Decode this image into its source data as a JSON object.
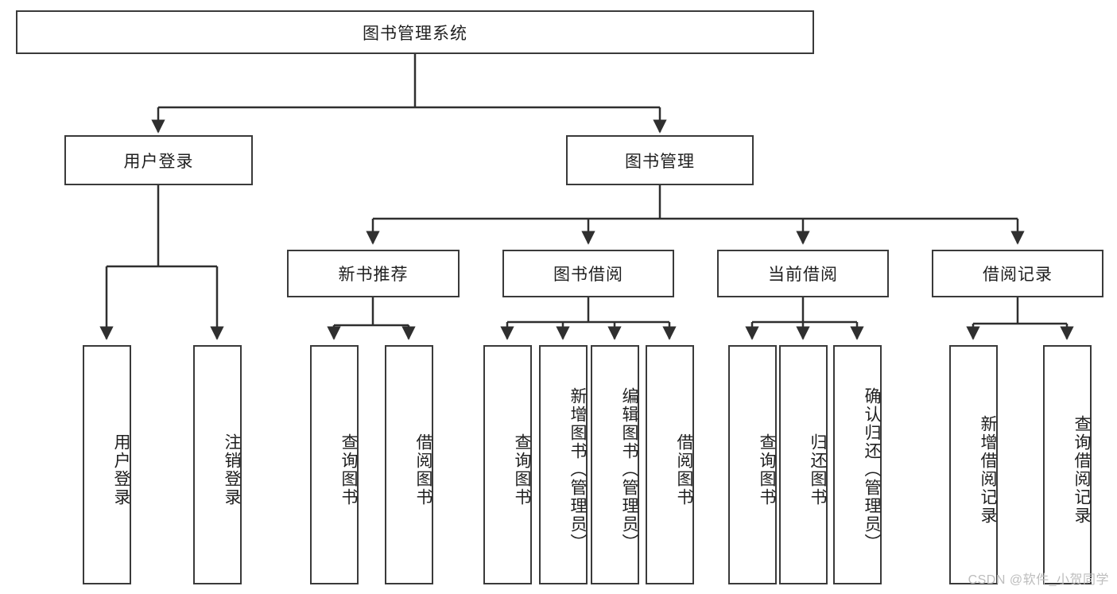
{
  "diagram": {
    "title": "图书管理系统",
    "watermark": "CSDN @软件_小贺同学",
    "colors": {
      "box_border": "#3a3a3a",
      "box_fill": "#ffffff",
      "connector": "#2f2f2f",
      "text": "#1f1f1f",
      "watermark": "#bdbdbd"
    },
    "root": {
      "label": "图书管理系统"
    },
    "level2": [
      {
        "label": "用户登录"
      },
      {
        "label": "图书管理"
      }
    ],
    "level3": [
      {
        "label": "新书推荐"
      },
      {
        "label": "图书借阅"
      },
      {
        "label": "当前借阅"
      },
      {
        "label": "借阅记录"
      }
    ],
    "leaves": {
      "user_login": [
        {
          "label": "用户登录"
        },
        {
          "label": "注销登录"
        }
      ],
      "new_book_recommend": [
        {
          "label": "查询图书"
        },
        {
          "label": "借阅图书"
        }
      ],
      "book_borrow": [
        {
          "label": "查询图书"
        },
        {
          "label": "新增图书（管理员）"
        },
        {
          "label": "编辑图书（管理员）"
        },
        {
          "label": "借阅图书"
        }
      ],
      "current_borrow": [
        {
          "label": "查询图书"
        },
        {
          "label": "归还图书"
        },
        {
          "label": "确认归还（管理员）"
        }
      ],
      "borrow_record": [
        {
          "label": "新增借阅记录"
        },
        {
          "label": "查询借阅记录"
        }
      ]
    }
  }
}
